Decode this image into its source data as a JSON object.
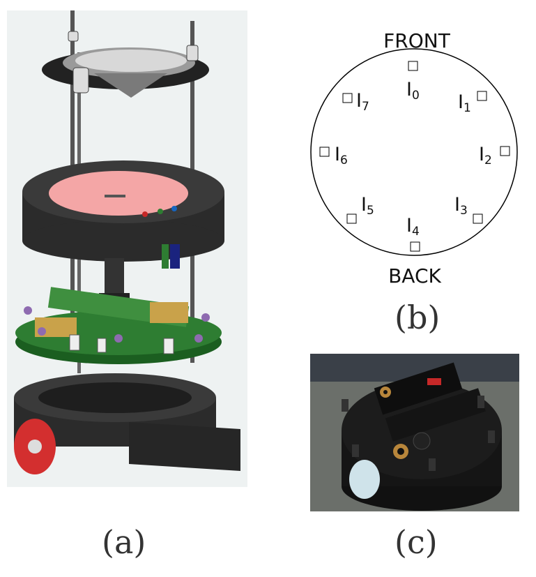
{
  "captions": {
    "a": "(a)",
    "b": "(b)",
    "c": "(c)"
  },
  "diagram_b": {
    "front_label": "FRONT",
    "back_label": "BACK",
    "sensors": [
      {
        "letter": "I",
        "index": "0"
      },
      {
        "letter": "I",
        "index": "1"
      },
      {
        "letter": "I",
        "index": "2"
      },
      {
        "letter": "I",
        "index": "3"
      },
      {
        "letter": "I",
        "index": "4"
      },
      {
        "letter": "I",
        "index": "5"
      },
      {
        "letter": "I",
        "index": "6"
      },
      {
        "letter": "I",
        "index": "7"
      }
    ]
  },
  "colors": {
    "body_dark": "#2b2b2b",
    "pcb_green": "#2e7d32",
    "pink_top": "#f4a6a6",
    "wheel_red": "#d32f2f"
  }
}
